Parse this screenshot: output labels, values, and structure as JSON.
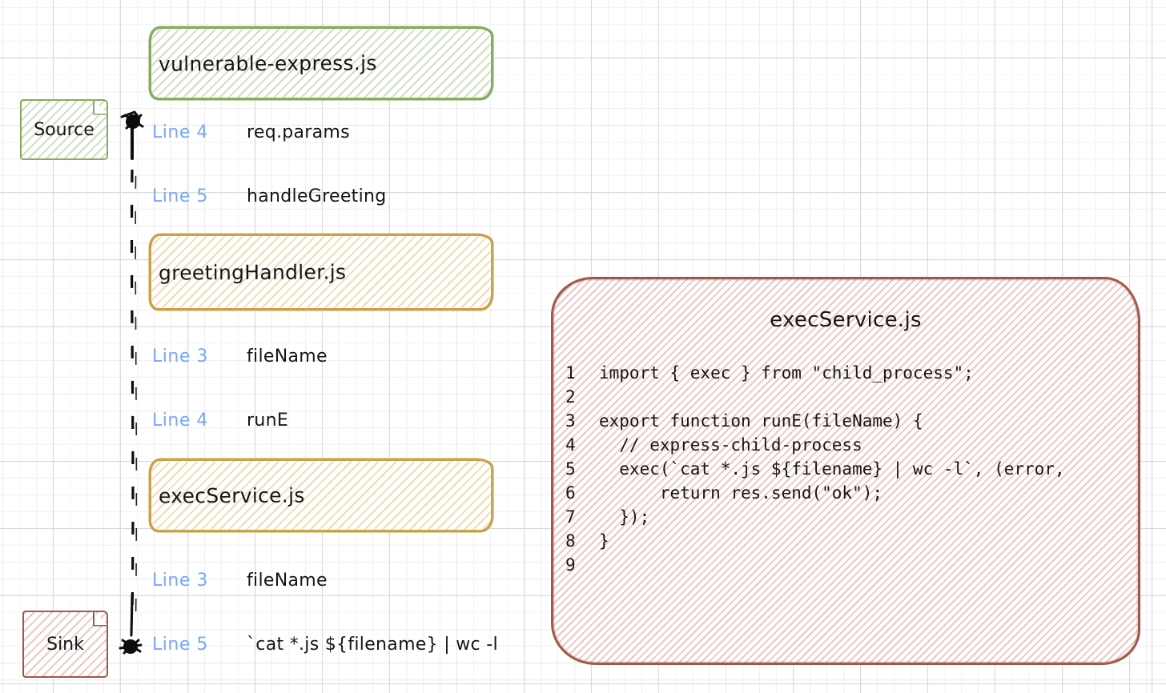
{
  "canvas": {
    "file_boxes": [
      {
        "label": "vulnerable-express.js"
      },
      {
        "label": "greetingHandler.js"
      },
      {
        "label": "execService.js"
      }
    ],
    "source_note": {
      "label": "Source"
    },
    "sink_note": {
      "label": "Sink"
    },
    "trace_steps": [
      {
        "line_label": "Line 4",
        "value": "req.params"
      },
      {
        "line_label": "Line 5",
        "value": "handleGreeting"
      },
      {
        "line_label": "Line 3",
        "value": "fileName"
      },
      {
        "line_label": "Line 4",
        "value": "runE"
      },
      {
        "line_label": "Line 3",
        "value": "fileName"
      },
      {
        "line_label": "Line 5",
        "value": "`cat *.js ${filename} | wc -l"
      }
    ],
    "code_panel": {
      "title": "execService.js",
      "lines": [
        {
          "num": "1",
          "code": "import { exec } from \"child_process\";"
        },
        {
          "num": "2",
          "code": ""
        },
        {
          "num": "3",
          "code": "export function runE(fileName) {"
        },
        {
          "num": "4",
          "code": "  // express-child-process"
        },
        {
          "num": "5",
          "code": "  exec(`cat *.js ${filename} | wc -l`, (error,"
        },
        {
          "num": "6",
          "code": "      return res.send(\"ok\");"
        },
        {
          "num": "7",
          "code": "  });"
        },
        {
          "num": "8",
          "code": "}"
        },
        {
          "num": "9",
          "code": ""
        }
      ]
    },
    "colors": {
      "source_green": "#84ad60",
      "file_yellow": "#c9a24a",
      "sink_red": "#a3564c",
      "line_label_blue": "#77a9f4",
      "ink": "#161616"
    }
  }
}
